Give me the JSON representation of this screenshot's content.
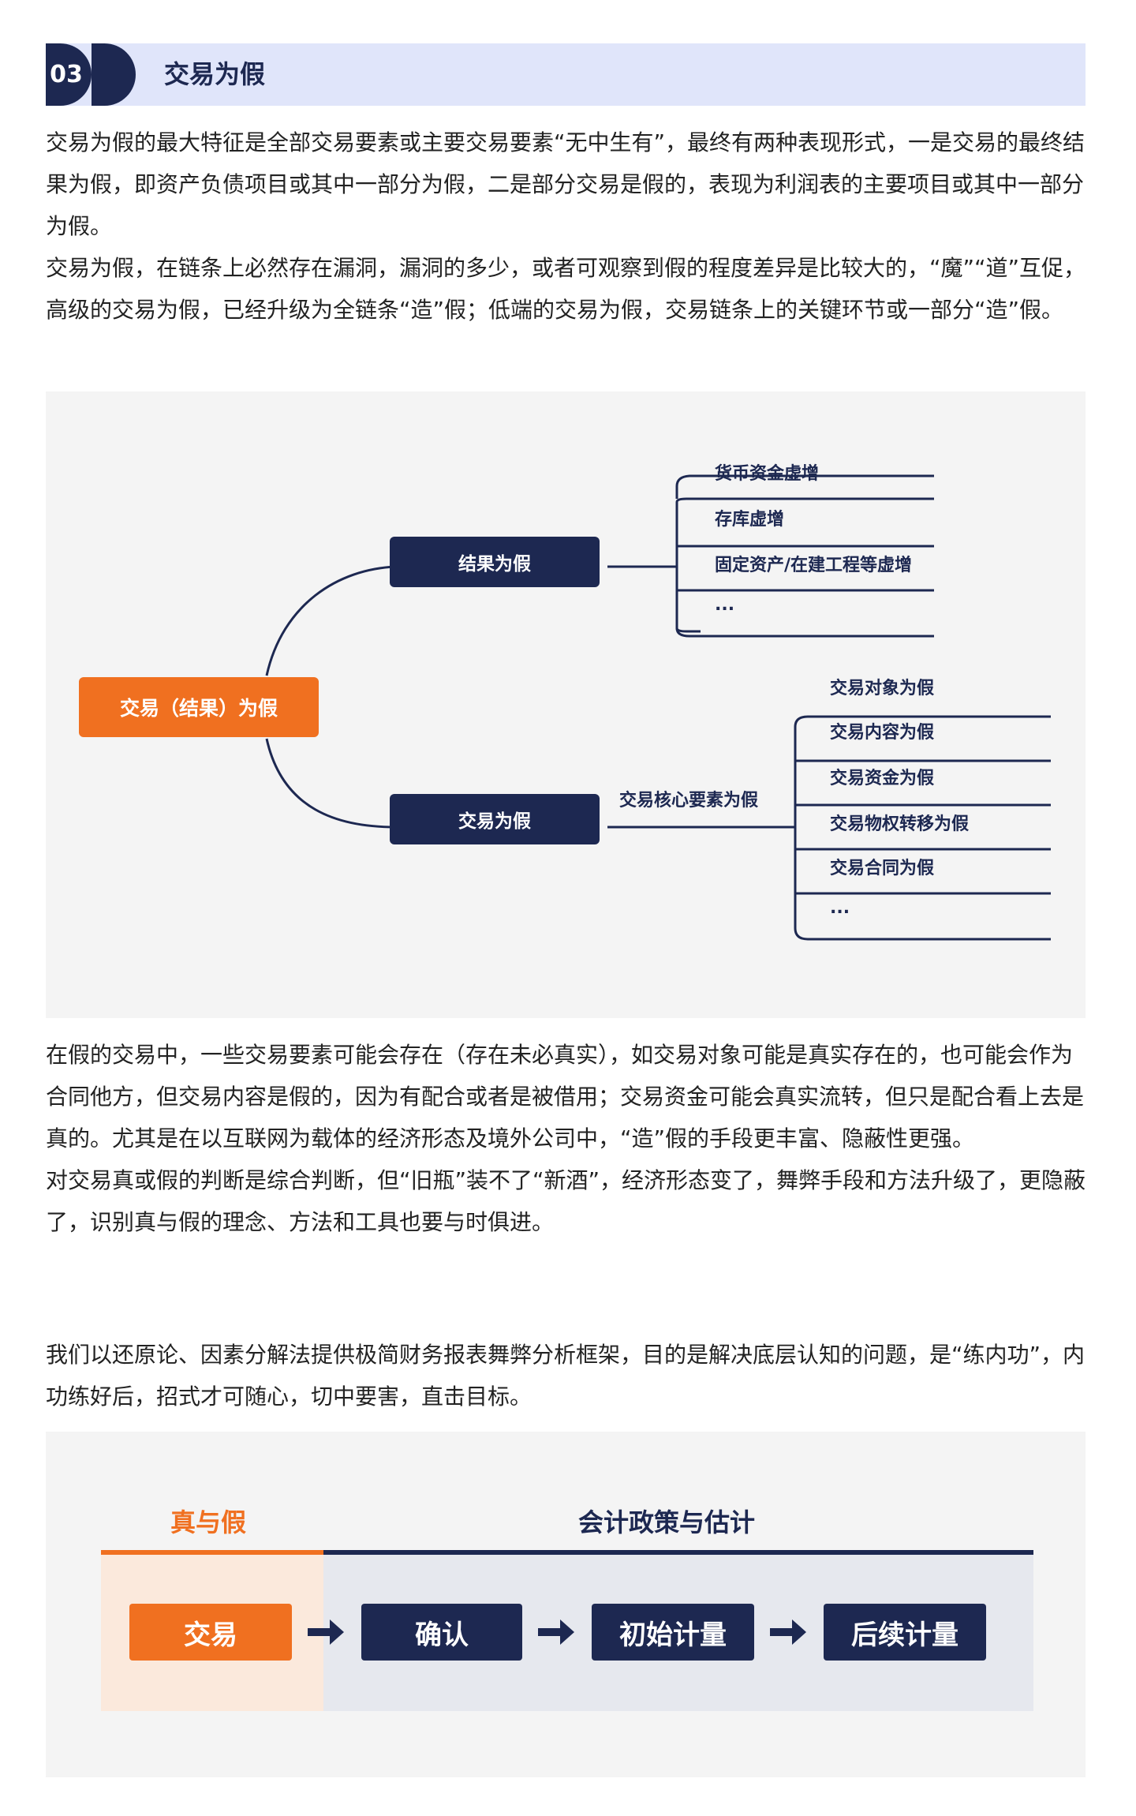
{
  "section": {
    "number": "03",
    "title": "交易为假"
  },
  "intro_paragraphs": [
    "交易为假的最大特征是全部交易要素或主要交易要素“无中生有”，最终有两种表现形式，一是交易的最终结果为假，即资产负债项目或其中一部分为假，二是部分交易是假的，表现为利润表的主要项目或其中一部分为假。",
    "交易为假，在链条上必然存在漏洞，漏洞的多少，或者可观察到假的程度差异是比较大的，“魔”“道”互促，高级的交易为假，已经升级为全链条“造”假；低端的交易为假，交易链条上的关键环节或一部分“造”假。"
  ],
  "mindmap": {
    "root": "交易（结果）为假",
    "branch_result": {
      "label": "结果为假",
      "items": [
        "货币资金虚增",
        "存库虚增",
        "固定资产/在建工程等虚增",
        "..."
      ]
    },
    "branch_trade": {
      "label": "交易为假",
      "sub_label": "交易核心要素为假",
      "items": [
        "交易对象为假",
        "交易内容为假",
        "交易资金为假",
        "交易物权转移为假",
        "交易合同为假",
        "..."
      ]
    }
  },
  "middle_paragraphs": [
    "在假的交易中，一些交易要素可能会存在（存在未必真实），如交易对象可能是真实存在的，也可能会作为合同他方，但交易内容是假的，因为有配合或者是被借用；交易资金可能会真实流转，但只是配合看上去是真的。尤其是在以互联网为载体的经济形态及境外公司中，“造”假的手段更丰富、隐蔽性更强。",
    "对交易真或假的判断是综合判断，但“旧瓶”装不了“新酒”，经济形态变了，舞弊手段和方法升级了，更隐蔽了，识别真与假的理念、方法和工具也要与时俱进。"
  ],
  "closing_paragraph": "我们以还原论、因素分解法提供极简财务报表舞弊分析框架，目的是解决底层认知的问题，是“练内功”，内功练好后，招式才可随心，切中要害，直击目标。",
  "flow": {
    "tab_true_false": "真与假",
    "tab_policy": "会计政策与估计",
    "steps": [
      "交易",
      "确认",
      "初始计量",
      "后续计量"
    ]
  },
  "colors": {
    "navy": "#1d2851",
    "orange": "#f07020",
    "header_bg": "#e0e5fa",
    "figure_bg": "#f4f4f4"
  }
}
